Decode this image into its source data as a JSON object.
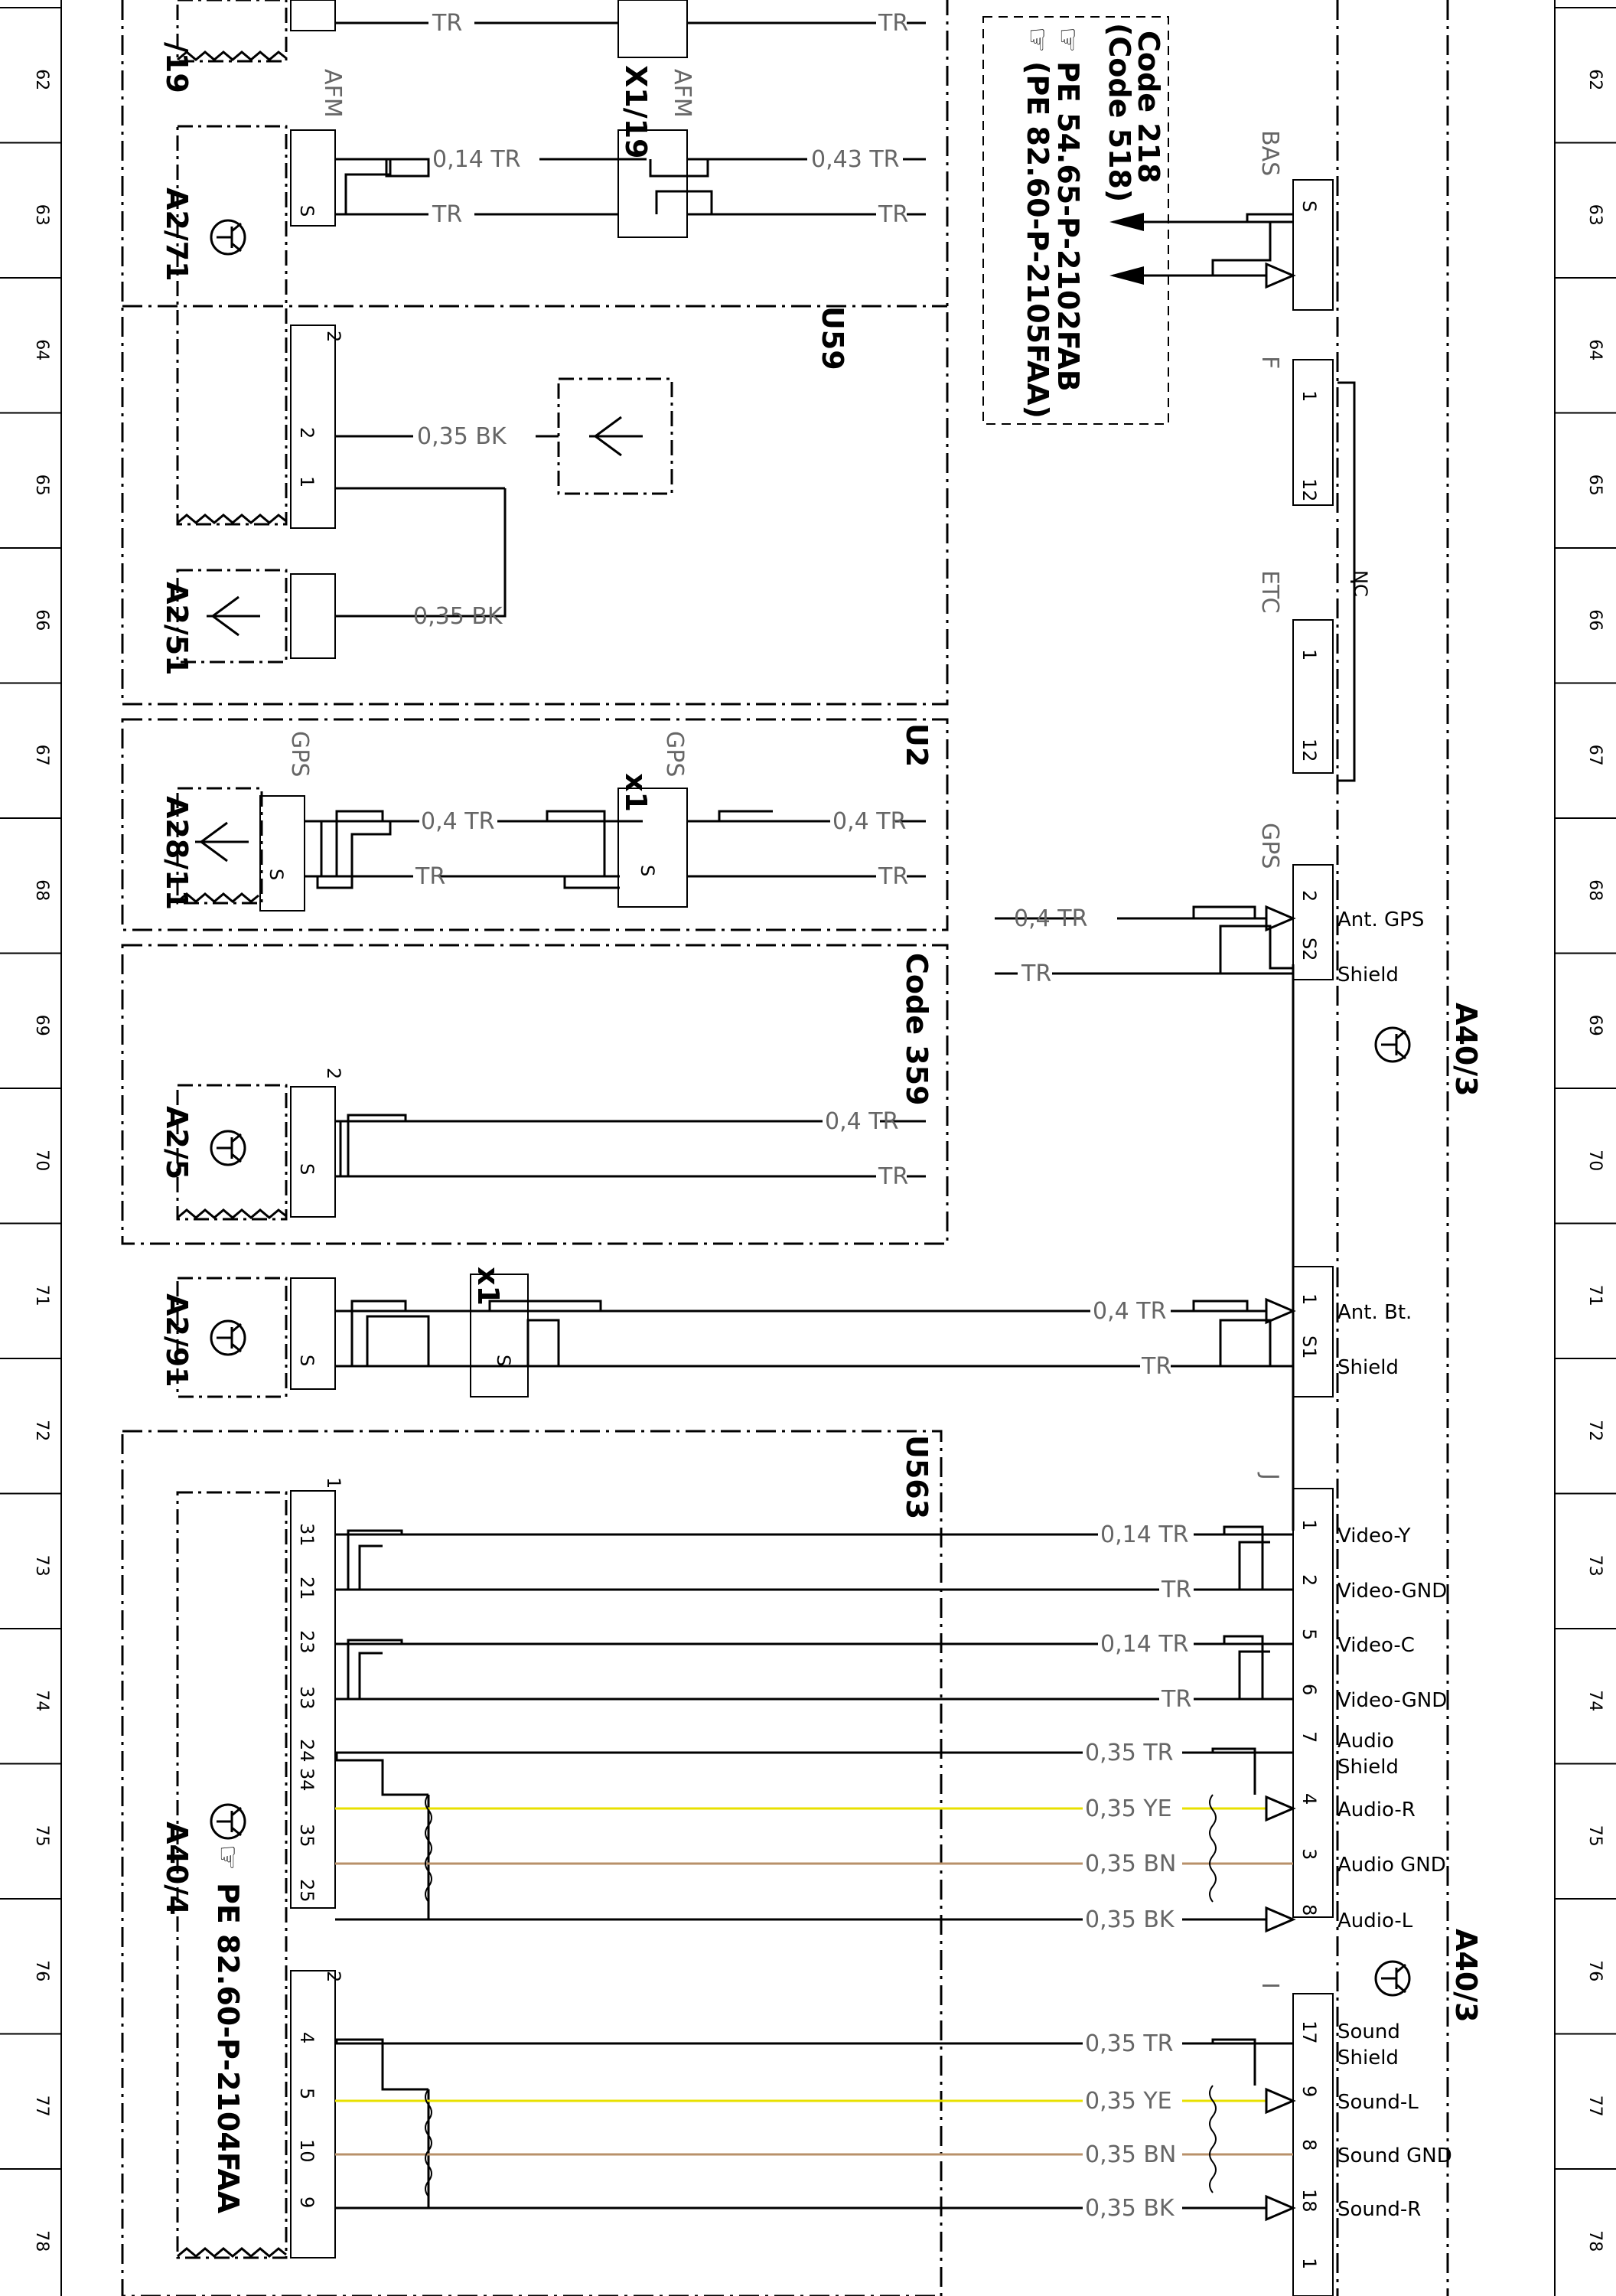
{
  "grid_labels": [
    "62",
    "63",
    "64",
    "65",
    "66",
    "67",
    "68",
    "69",
    "70",
    "71",
    "72",
    "73",
    "74",
    "75",
    "76",
    "77",
    "78"
  ],
  "components": {
    "a19_top": "/19",
    "a2_71": "A2/71",
    "a2_51": "A2/51",
    "a28_11": "A28/11",
    "a2_5": "A2/5",
    "a2_91": "A2/91",
    "a40_4": "A40/4",
    "a40_3_top": "A40/3",
    "a40_3_bottom": "A40/3",
    "x1_19": "X1/19",
    "x1_gps": "x1",
    "x1_bt": "x1",
    "u59": "U59",
    "u2": "U2",
    "u563": "U563",
    "code359": "Code 359"
  },
  "notes": {
    "code218": "Code 218",
    "code518": "(Code 518)",
    "pe1": "PE 54.65-P-2102FAB",
    "pe2": "(PE 82.60-P-2105FAA)",
    "pe_a404": "PE 82.60-P-2104FAA"
  },
  "connectors": {
    "afm_left": "AFM",
    "afm_right": "AFM",
    "gps_left": "GPS",
    "gps_right": "GPS",
    "gps_a403": "GPS",
    "bas": "BAS",
    "f": "F",
    "etc": "ETC",
    "nc": "NC",
    "j": "J",
    "i": "I"
  },
  "wires": {
    "tr": "TR",
    "w014tr": "0,14 TR",
    "w043tr": "0,43 TR",
    "w035bk": "0,35 BK",
    "w04tr": "0,4 TR",
    "w035tr": "0,35 TR",
    "w035ye": "0,35 YE",
    "w035bn": "0,35 BN"
  },
  "signals": {
    "ant_gps": "Ant. GPS",
    "shield": "Shield",
    "ant_bt": "Ant. Bt.",
    "video_y": "Video-Y",
    "video_gnd": "Video-GND",
    "video_c": "Video-C",
    "audio": "Audio",
    "audio_r": "Audio-R",
    "audio_gnd": "Audio GND",
    "audio_l": "Audio-L",
    "sound": "Sound",
    "sound_l": "Sound-L",
    "sound_gnd": "Sound GND",
    "sound_r": "Sound-R"
  },
  "pins": {
    "s": "S",
    "p1": "1",
    "p2": "2",
    "p3": "3",
    "p4": "4",
    "p5": "5",
    "p6": "6",
    "p7": "7",
    "p8": "8",
    "p9": "9",
    "p10": "10",
    "p12": "12",
    "p17": "17",
    "p18": "18",
    "p21": "21",
    "p23": "23",
    "p24": "24",
    "p25": "25",
    "p31": "31",
    "p33": "33",
    "p34": "34",
    "p35": "35",
    "s1": "S1",
    "s2": "S2"
  },
  "colors": {
    "line": "#000000",
    "yellow": "#e8e000",
    "brown": "#b8906a",
    "gray": "#666666"
  }
}
